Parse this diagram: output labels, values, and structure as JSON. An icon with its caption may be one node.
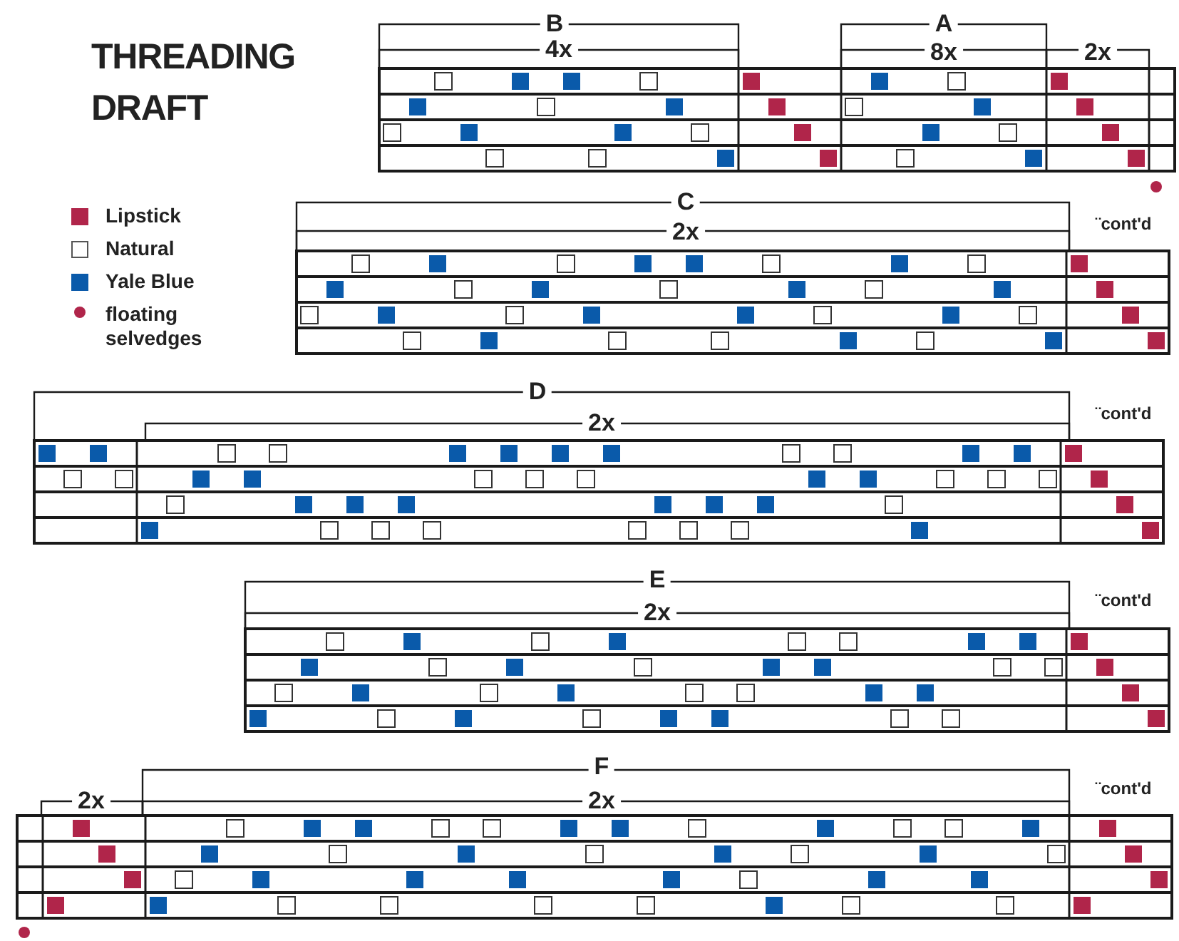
{
  "diagram": {
    "title": "THREADING DRAFT",
    "labels": [
      "B",
      "A",
      "4x",
      "8x",
      "2x",
      "C",
      "2x",
      "¨cont'd",
      "D",
      "¨cont'd",
      "2x",
      "E",
      "¨cont'd",
      "2x",
      "F",
      "¨cont'd",
      "2x",
      "2x"
    ],
    "legend": [
      {
        "text": "Lipstick",
        "color": "#b0254a"
      },
      {
        "text": "Natural",
        "color": "#ffffff"
      },
      {
        "text": "Yale Blue",
        "color": "#0a5aaa"
      },
      {
        "text": "floating selvedges"
      }
    ]
  }
}
